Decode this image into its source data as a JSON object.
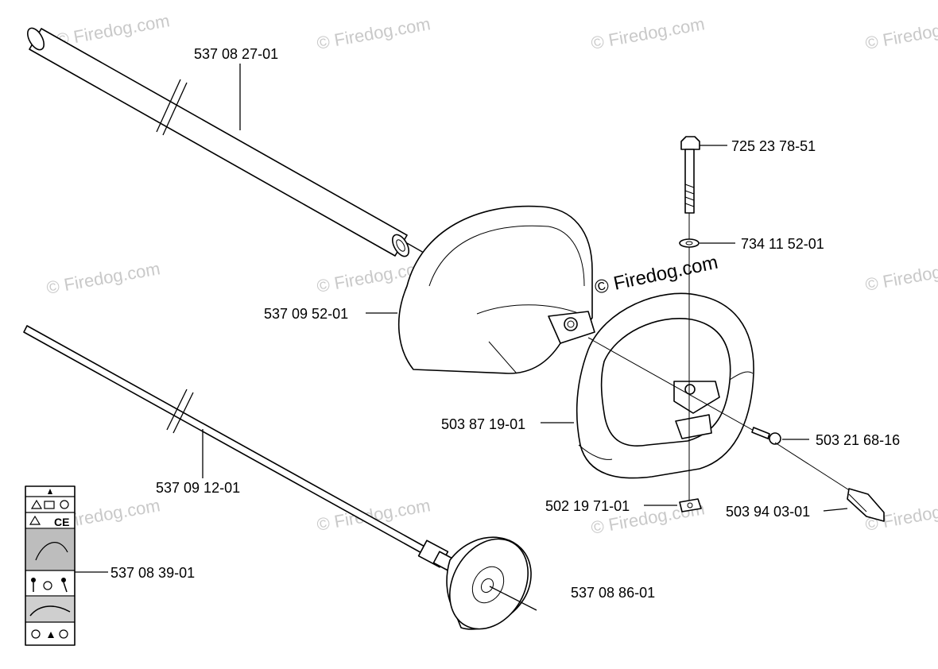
{
  "watermark": {
    "text": "© Firedog.com",
    "color": "#c9c9c9",
    "main_color": "#000000"
  },
  "parts": [
    {
      "id": "tube",
      "number": "537 08 27-01"
    },
    {
      "id": "guard",
      "number": "537 09 52-01"
    },
    {
      "id": "bolt",
      "number": "725 23 78-51"
    },
    {
      "id": "washer",
      "number": "734 11 52-01"
    },
    {
      "id": "handle",
      "number": "503 87 19-01"
    },
    {
      "id": "screw",
      "number": "503 21 68-16"
    },
    {
      "id": "nut",
      "number": "502 19 71-01"
    },
    {
      "id": "clip",
      "number": "503 94 03-01"
    },
    {
      "id": "shaft",
      "number": "537 09 12-01"
    },
    {
      "id": "decal",
      "number": "537 08 39-01"
    },
    {
      "id": "hub",
      "number": "537 08 86-01"
    }
  ],
  "decal": {
    "mark": "CE"
  }
}
